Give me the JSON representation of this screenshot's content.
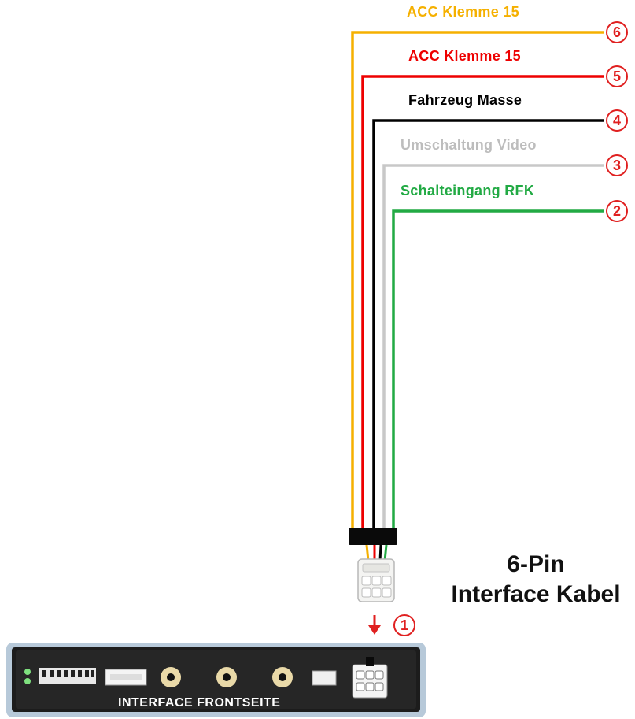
{
  "wires": [
    {
      "pin": "6",
      "label": "ACC Klemme 15",
      "color": "#f5b000"
    },
    {
      "pin": "5",
      "label": "ACC Klemme 15",
      "color": "#ee0000"
    },
    {
      "pin": "4",
      "label": "Fahrzeug Masse",
      "color": "#000000"
    },
    {
      "pin": "3",
      "label": "Umschaltung Video",
      "color": "#c8c8c8"
    },
    {
      "pin": "2",
      "label": "Schalteingang RFK",
      "color": "#22aa44"
    }
  ],
  "connector_badge": "1",
  "cable_title": {
    "line1": "6-Pin",
    "line2": "Interface Kabel"
  },
  "device_label": "INTERFACE FRONTSEITE"
}
